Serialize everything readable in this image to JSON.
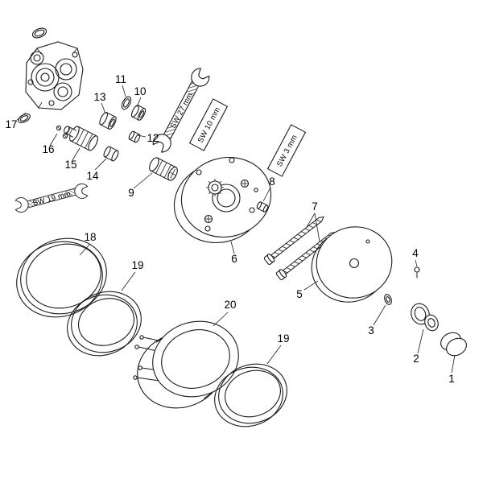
{
  "diagram": {
    "background_color": "#ffffff",
    "line_color": "#1a1a1a",
    "callouts": [
      {
        "text": "1"
      },
      {
        "text": "2"
      },
      {
        "text": "3"
      },
      {
        "text": "4"
      },
      {
        "text": "5"
      },
      {
        "text": "6"
      },
      {
        "text": "7"
      },
      {
        "text": "8"
      },
      {
        "text": "9"
      },
      {
        "text": "10"
      },
      {
        "text": "11"
      },
      {
        "text": "12"
      },
      {
        "text": "13"
      },
      {
        "text": "14"
      },
      {
        "text": "15"
      },
      {
        "text": "16"
      },
      {
        "text": "17"
      },
      {
        "text": "18"
      },
      {
        "text": "19"
      },
      {
        "text": "19"
      },
      {
        "text": "20"
      }
    ],
    "tools": [
      {
        "text": "SW 27 mm"
      },
      {
        "text": "SW 10 mm"
      },
      {
        "text": "SW 3 mm"
      },
      {
        "text": "SW 19 mm"
      }
    ]
  }
}
